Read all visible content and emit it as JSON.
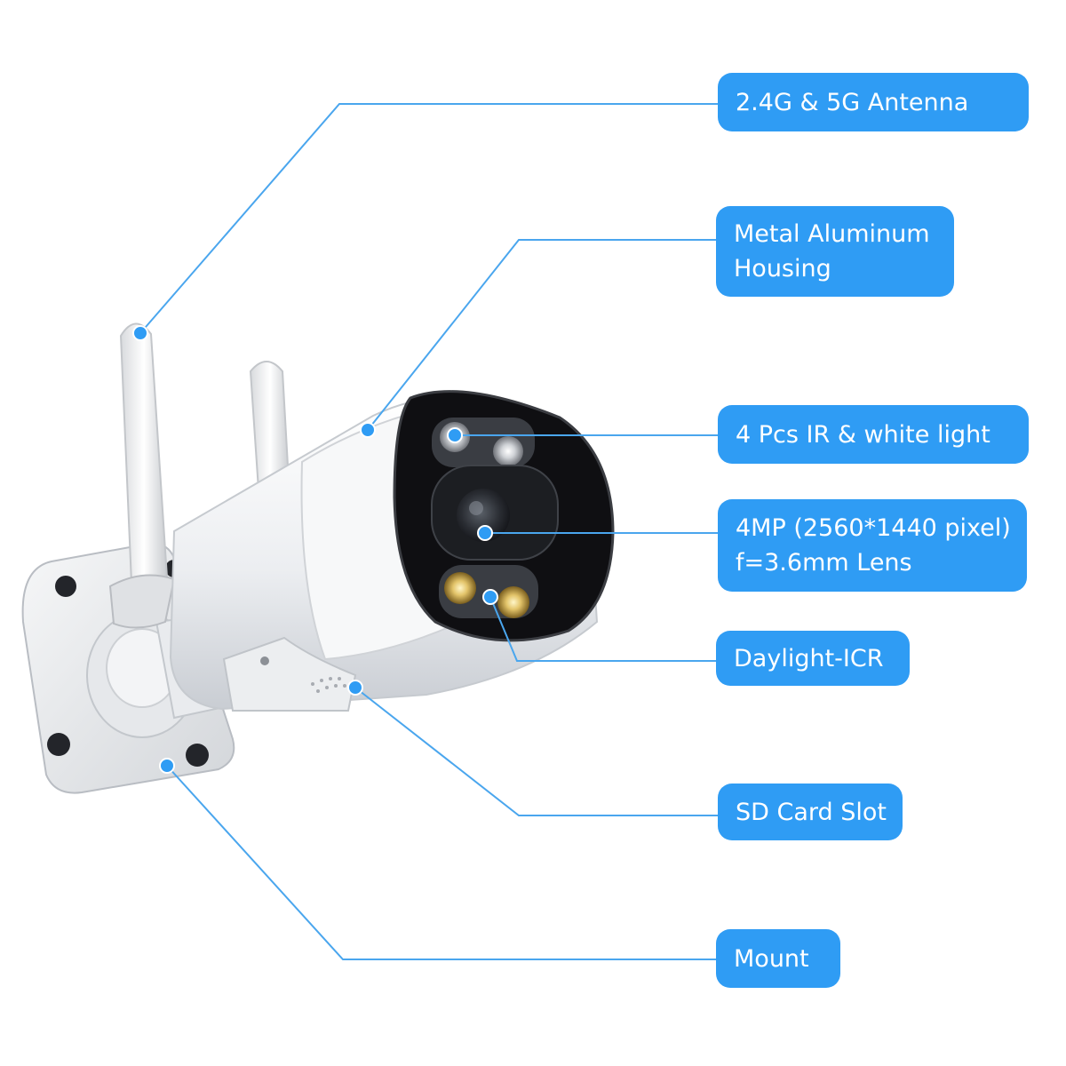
{
  "callouts": [
    {
      "id": "antenna",
      "lines": [
        "2.4G & 5G Antenna"
      ]
    },
    {
      "id": "housing",
      "lines": [
        "Metal Aluminum",
        "Housing"
      ]
    },
    {
      "id": "ir-light",
      "lines": [
        "4 Pcs IR & white light"
      ]
    },
    {
      "id": "lens",
      "lines": [
        "4MP (2560*1440 pixel)",
        "f=3.6mm Lens"
      ]
    },
    {
      "id": "icr",
      "lines": [
        "Daylight-ICR"
      ]
    },
    {
      "id": "sd-card",
      "lines": [
        "SD Card Slot"
      ]
    },
    {
      "id": "mount",
      "lines": [
        "Mount"
      ]
    }
  ],
  "colors": {
    "accent": "#2f9cf4",
    "leader_line": "#4aa6ee",
    "camera_body": "#f2f3f5",
    "camera_face": "#0f0f12"
  },
  "icons": {
    "camera": "bullet-camera-illustration",
    "dot": "callout-anchor-dot"
  }
}
